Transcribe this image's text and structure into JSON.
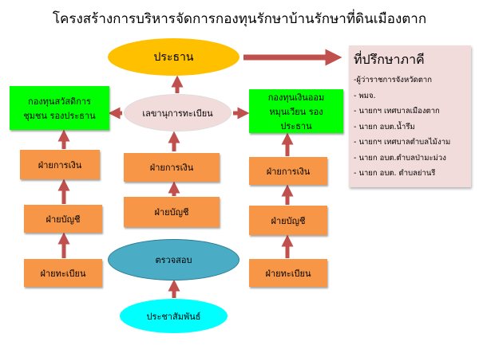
{
  "title": "โครงสร้างการบริหารจัดการกองทุนรักษาบ้านรักษาที่ดินเมืองตาก",
  "chair": "ประธาน",
  "secretary": "เลขานุการทะเบียน",
  "left_vice": "กองทุนสวัสดิการชุมชน รองประธาน",
  "right_vice": "กองทุนเงินออมหมุนเวียน รองประธาน",
  "left": {
    "finance": "ฝ่ายการเงิน",
    "accounting": "ฝ่ายบัญชี",
    "registration": "ฝ่ายทะเบียน"
  },
  "center": {
    "finance": "ฝ่ายการเงิน",
    "accounting": "ฝ่ายบัญชี",
    "audit": "ตรวจสอบ",
    "pr": "ประชาสัมพันธ์"
  },
  "right": {
    "finance": "ฝ่ายการเงิน",
    "accounting": "ฝ่ายบัญชี",
    "registration": "ฝ่ายทะเบียน"
  },
  "advisors": {
    "title": "ที่ปรึกษาภาคี",
    "items": [
      "-ผู้ว่าราชการจังหวัดตาก",
      "- พมจ.",
      "- นายกฯ เทศบาลเมืองตาก",
      "- นายก อบต.น้ำรึม",
      "- นายกฯ เทศบาลตำบลไม้งาม",
      "- นายก อบต.ตำบลป่ามะม่วง",
      "- นายก อบต. ตำบลย่านรี"
    ]
  },
  "colors": {
    "arrow": "#c0504d",
    "green": "#00ff00",
    "orange": "#f79646",
    "yellow": "#ffc000",
    "teal": "#4bacc6",
    "cyan": "#00ffff",
    "pink": "#f2dcdb"
  }
}
